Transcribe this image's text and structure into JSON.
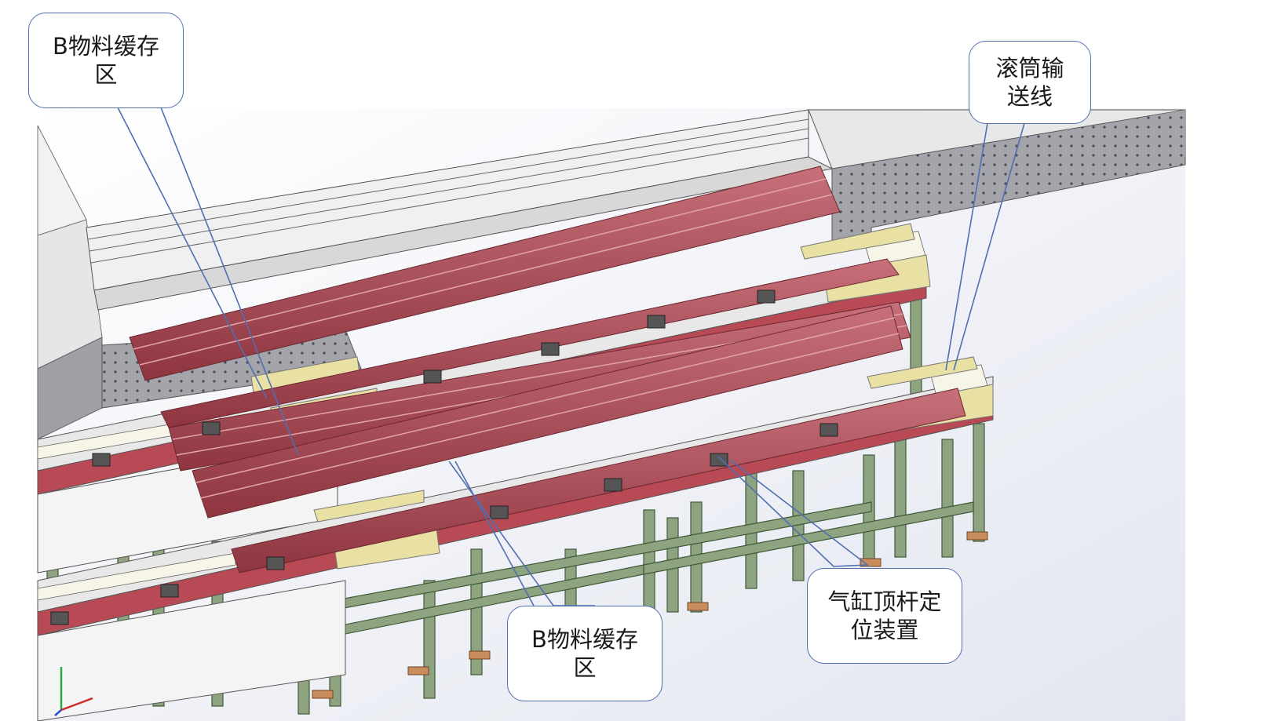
{
  "callouts": {
    "buffer_top": {
      "line1": "B物料缓存",
      "line2": "区"
    },
    "roller_line": {
      "line1": "滚筒输",
      "line2": "送线"
    },
    "buffer_bottom": {
      "line1": "B物料缓存",
      "line2": "区"
    },
    "cylinder": {
      "line1": "气缸顶杆定",
      "line2": "位装置"
    }
  },
  "colors": {
    "callout_border": "#4f6fb0",
    "leader_line": "#4f6fb0",
    "material_red": "#b34a55",
    "frame_green": "#7f9a70",
    "yellow_block": "#e9e0a3",
    "panel_gray": "#9ea0a6"
  }
}
